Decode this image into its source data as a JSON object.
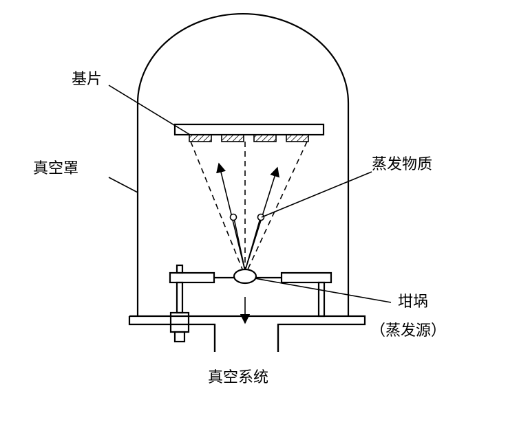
{
  "labels": {
    "substrate": "基片",
    "vacuum_cover": "真空罩",
    "evaporant": "蒸发物质",
    "crucible": "坩埚",
    "evaporation_source": "（蒸发源）",
    "vacuum_system": "真空系统"
  }
}
